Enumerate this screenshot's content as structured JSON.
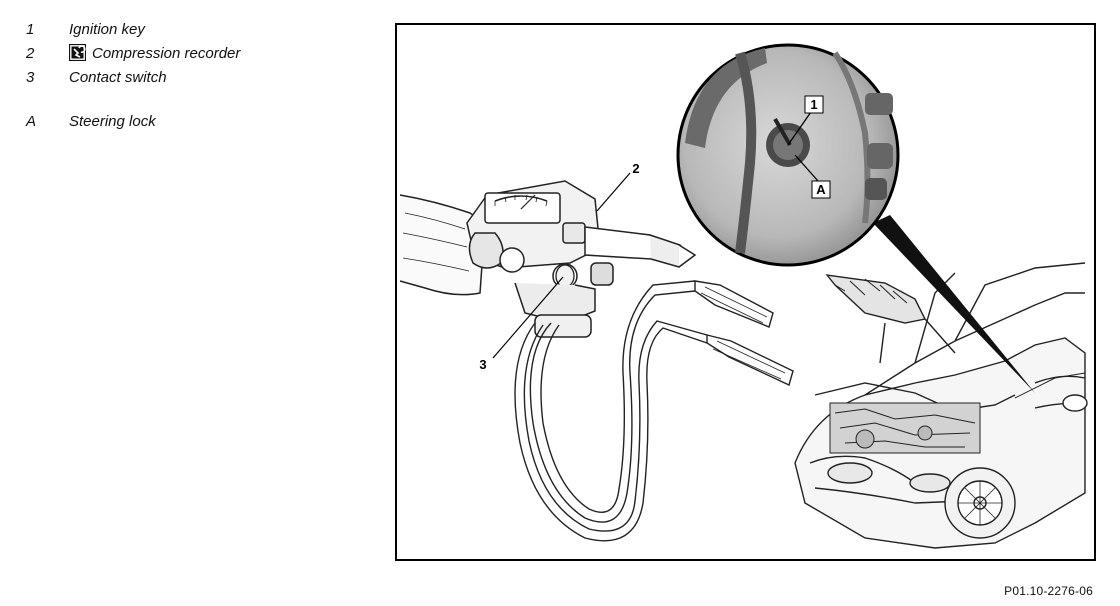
{
  "legend": {
    "items": [
      {
        "key": "1",
        "text": "Ignition key",
        "icon": null
      },
      {
        "key": "2",
        "text": "Compression recorder",
        "icon": "special-tool-icon"
      },
      {
        "key": "3",
        "text": "Contact switch",
        "icon": null
      },
      {
        "key": "A",
        "text": "Steering lock",
        "icon": null
      }
    ]
  },
  "figure": {
    "callouts": {
      "c1": "1",
      "c2": "2",
      "c3": "3",
      "cA": "A"
    }
  },
  "caption": "P01.10-2276-06"
}
